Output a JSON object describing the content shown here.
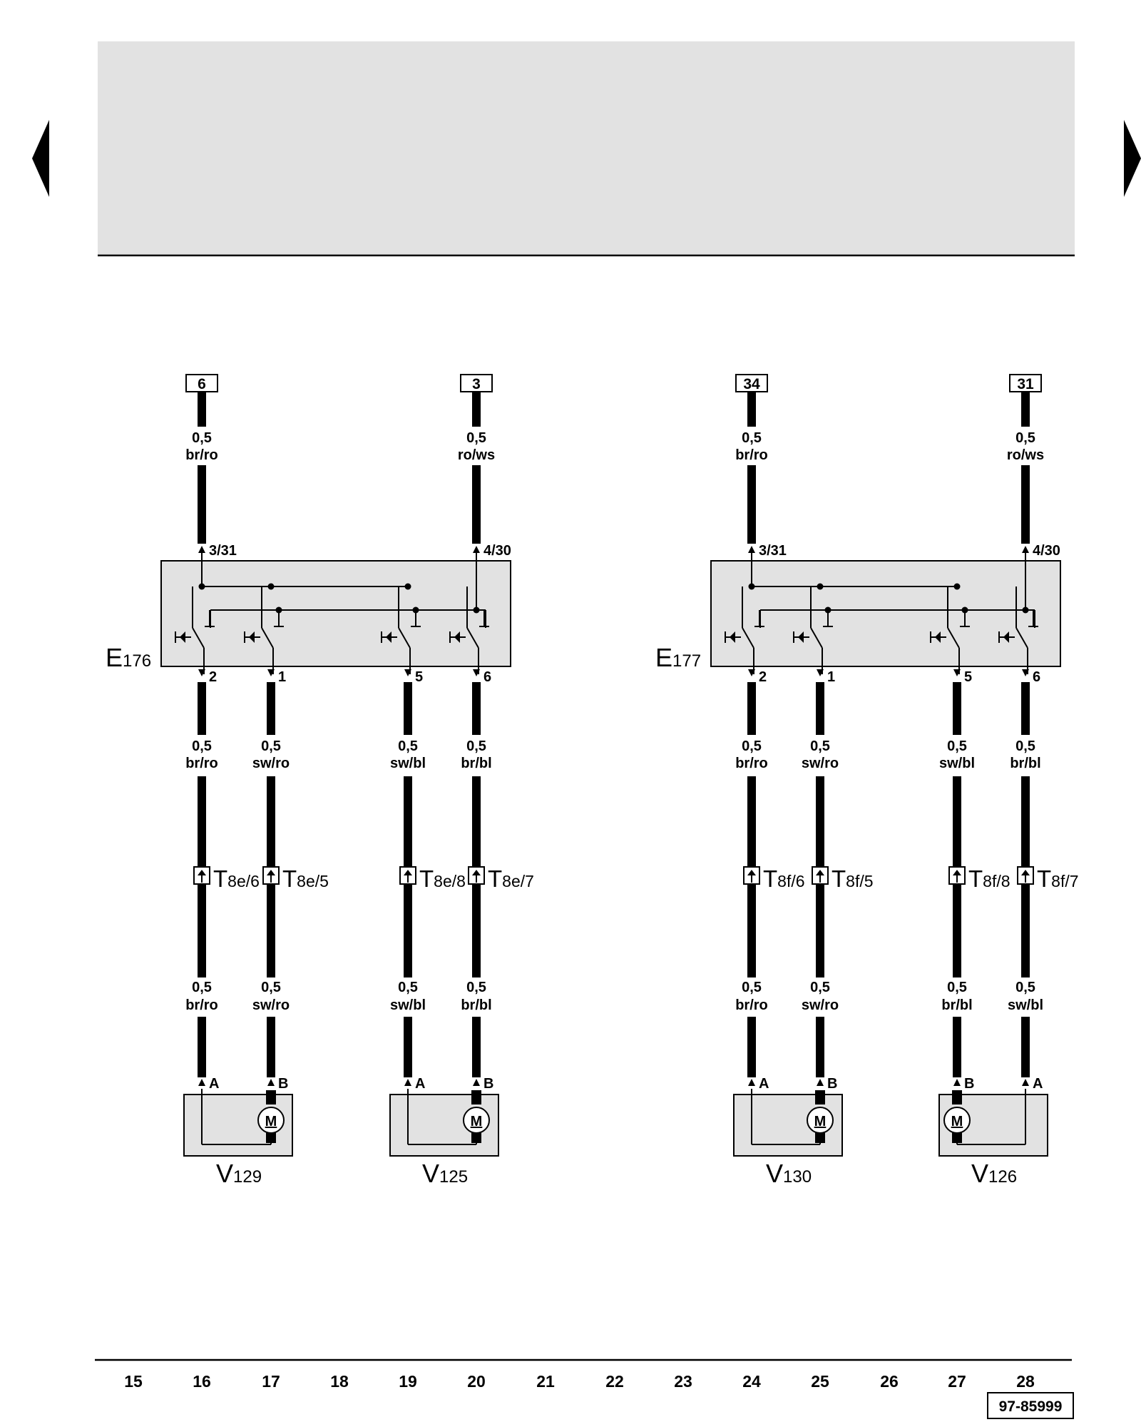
{
  "navigation": {
    "prev_icon": "triangle-left-icon",
    "next_icon": "triangle-right-icon"
  },
  "switches": [
    {
      "name": "E176",
      "inputs": [
        {
          "box": "6",
          "size": "0,5",
          "color": "br/ro",
          "pin": "3/31"
        },
        {
          "box": "3",
          "size": "0,5",
          "color": "ro/ws",
          "pin": "4/30"
        }
      ],
      "outputs": [
        {
          "pin": "2",
          "size_top": "0,5",
          "color_top": "br/ro",
          "connector": "T8e/6",
          "size_bot": "0,5",
          "color_bot": "br/ro",
          "motor_pin": "A"
        },
        {
          "pin": "1",
          "size_top": "0,5",
          "color_top": "sw/ro",
          "connector": "T8e/5",
          "size_bot": "0,5",
          "color_bot": "sw/ro",
          "motor_pin": "B"
        },
        {
          "pin": "5",
          "size_top": "0,5",
          "color_top": "sw/bl",
          "connector": "T8e/8",
          "size_bot": "0,5",
          "color_bot": "sw/bl",
          "motor_pin": "A"
        },
        {
          "pin": "6",
          "size_top": "0,5",
          "color_top": "br/bl",
          "connector": "T8e/7",
          "size_bot": "0,5",
          "color_bot": "br/bl",
          "motor_pin": "B"
        }
      ],
      "motors": [
        "V129",
        "V125"
      ]
    },
    {
      "name": "E177",
      "inputs": [
        {
          "box": "34",
          "size": "0,5",
          "color": "br/ro",
          "pin": "3/31"
        },
        {
          "box": "31",
          "size": "0,5",
          "color": "ro/ws",
          "pin": "4/30"
        }
      ],
      "outputs": [
        {
          "pin": "2",
          "size_top": "0,5",
          "color_top": "br/ro",
          "connector": "T8f/6",
          "size_bot": "0,5",
          "color_bot": "br/ro",
          "motor_pin": "A"
        },
        {
          "pin": "1",
          "size_top": "0,5",
          "color_top": "sw/ro",
          "connector": "T8f/5",
          "size_bot": "0,5",
          "color_bot": "sw/ro",
          "motor_pin": "B"
        },
        {
          "pin": "5",
          "size_top": "0,5",
          "color_top": "sw/bl",
          "connector": "T8f/8",
          "size_bot": "0,5",
          "color_bot": "br/bl",
          "motor_pin": "B"
        },
        {
          "pin": "6",
          "size_top": "0,5",
          "color_top": "br/bl",
          "connector": "T8f/7",
          "size_bot": "0,5",
          "color_bot": "sw/bl",
          "motor_pin": "A"
        }
      ],
      "motors": [
        "V130",
        "V126"
      ]
    }
  ],
  "motor_symbol": "M",
  "column_numbers": [
    "15",
    "16",
    "17",
    "18",
    "19",
    "20",
    "21",
    "22",
    "23",
    "24",
    "25",
    "26",
    "27",
    "28"
  ],
  "reference": "97-85999",
  "colors": {
    "header_fill": "#e2e2e2",
    "component_fill": "#e2e2e2",
    "wire": "#000000"
  }
}
